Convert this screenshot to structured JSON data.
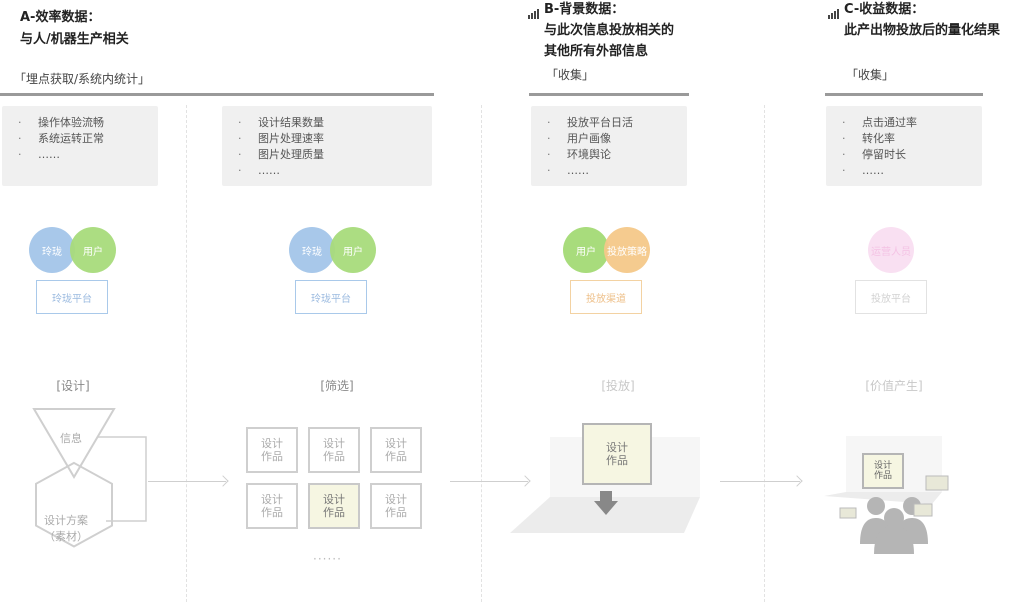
{
  "colA": {
    "title": "A-效率数据：",
    "subtitle": "与人/机器生产相关",
    "source": "「埋点获取/系统内统计」",
    "items": [
      "操作体验流畅",
      "系统运转正常",
      "……"
    ]
  },
  "colA2": {
    "items": [
      "设计结果数量",
      "图片处理速率",
      "图片处理质量",
      "……"
    ]
  },
  "colB": {
    "title": "B-背景数据：",
    "subtitle1": "与此次信息投放相关的",
    "subtitle2": "其他所有外部信息",
    "source": "「收集」",
    "items": [
      "投放平台日活",
      "用户画像",
      "环境舆论",
      "……"
    ]
  },
  "colC": {
    "title": "C-收益数据：",
    "subtitle": "此产出物投放后的量化结果",
    "source": "「收集」",
    "items": [
      "点击通过率",
      "转化率",
      "停留时长",
      "……"
    ]
  },
  "roles": {
    "s1": {
      "left": "玲珑",
      "right": "用户",
      "platform": "玲珑平台"
    },
    "s2": {
      "left": "玲珑",
      "right": "用户",
      "platform": "玲珑平台"
    },
    "s3": {
      "left": "用户",
      "right": "投放策略",
      "platform": "投放渠道"
    },
    "s4": {
      "single": "运营人员",
      "platform": "投放平台"
    }
  },
  "stages": {
    "design": "[设计]",
    "filter": "[筛选]",
    "deliver": "[投放]",
    "value": "[价值产生]"
  },
  "design_stage": {
    "info": "信息",
    "scheme_line1": "设计方案",
    "scheme_line2": "（素材）"
  },
  "cards": {
    "line1": "设计",
    "line2": "作品",
    "ellipsis": "······"
  },
  "colors": {
    "blue": "#a8c8ea",
    "green": "#a8dc7c",
    "orange": "#f5c98a",
    "pink": "#f3c3e6",
    "platform_blue": "#a9c9ea",
    "platform_orange": "#f3d2a2",
    "selected_card": "#f6f6e2"
  },
  "icons": [
    "chart-icon",
    "chart-icon"
  ]
}
